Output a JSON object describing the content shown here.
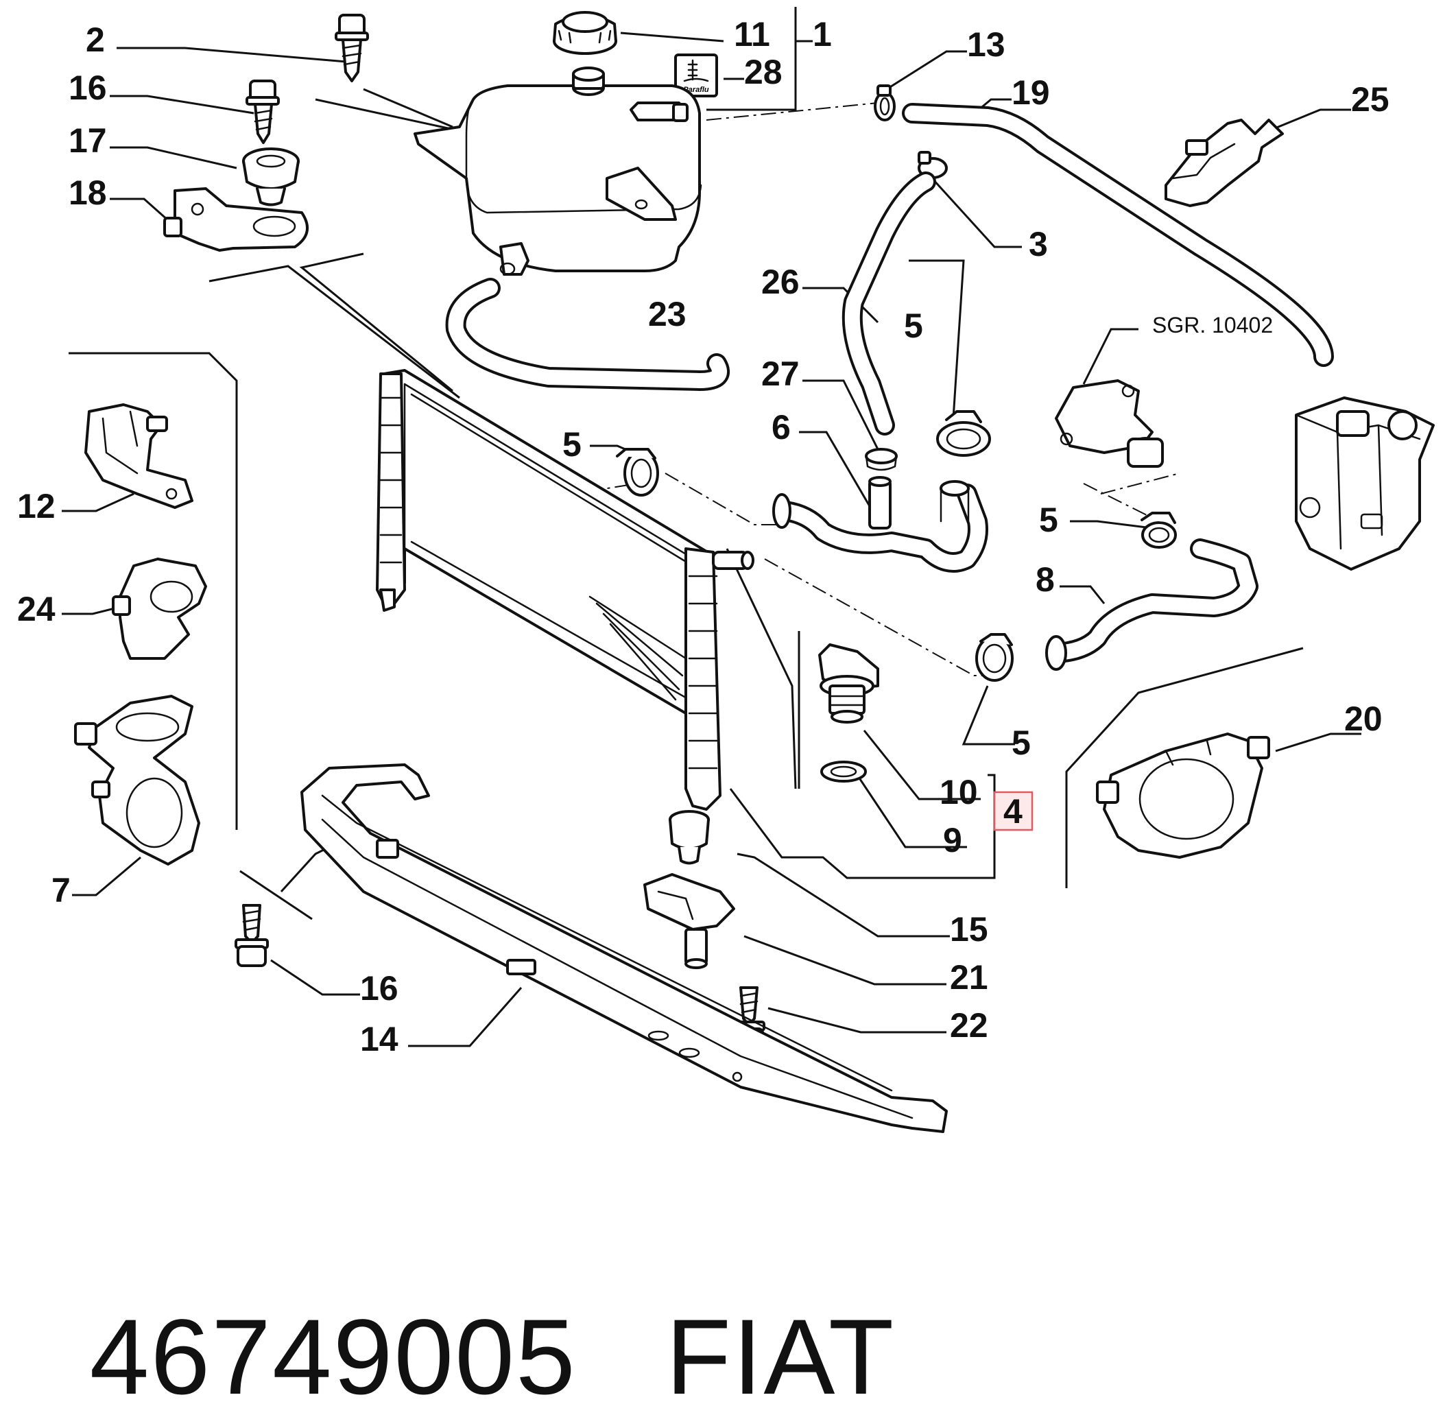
{
  "diagram": {
    "part_numbers": [
      "1",
      "2",
      "3",
      "4",
      "5",
      "6",
      "7",
      "8",
      "9",
      "10",
      "11",
      "12",
      "13",
      "14",
      "15",
      "16",
      "17",
      "18",
      "19",
      "20",
      "21",
      "22",
      "23",
      "24",
      "25",
      "26",
      "27",
      "28"
    ],
    "sgr_reference": "SGR. 10402",
    "cap_label": "Paraflu",
    "highlighted_part": "4",
    "highlight_color": "#e05a60"
  },
  "footer": {
    "part_code": "46749005",
    "brand": "FIAT"
  }
}
